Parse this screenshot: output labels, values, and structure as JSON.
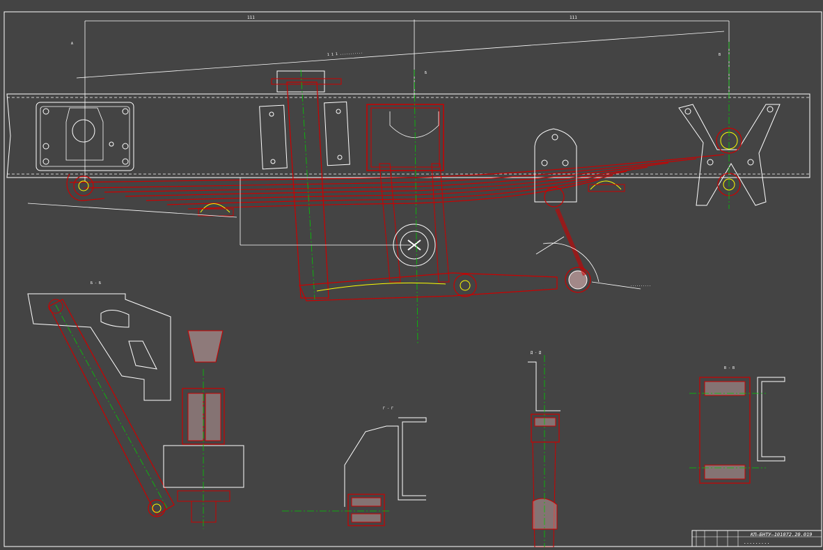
{
  "drawing": {
    "dimension_top_left": "111",
    "dimension_top_right": "111",
    "slope_note": "1 1 1 ...........",
    "label_ground": "..........",
    "view_b_title": "Б - Б",
    "view_c_title": "Г - Г",
    "view_d_title": "Д - Д",
    "view_e_title": "В - В",
    "view_arrow_a": "А",
    "view_arrow_b": "Б",
    "view_arrow_c": "В"
  },
  "title_block": {
    "document_code": "КП–БНТУ–101072.20.019",
    "subtitle": "........."
  },
  "colors": {
    "background": "#444444",
    "contour": "#ffffff",
    "part": "#cc0000",
    "axis": "#00cc00",
    "hatch": "#ffcccc",
    "accent": "#ffff00"
  }
}
